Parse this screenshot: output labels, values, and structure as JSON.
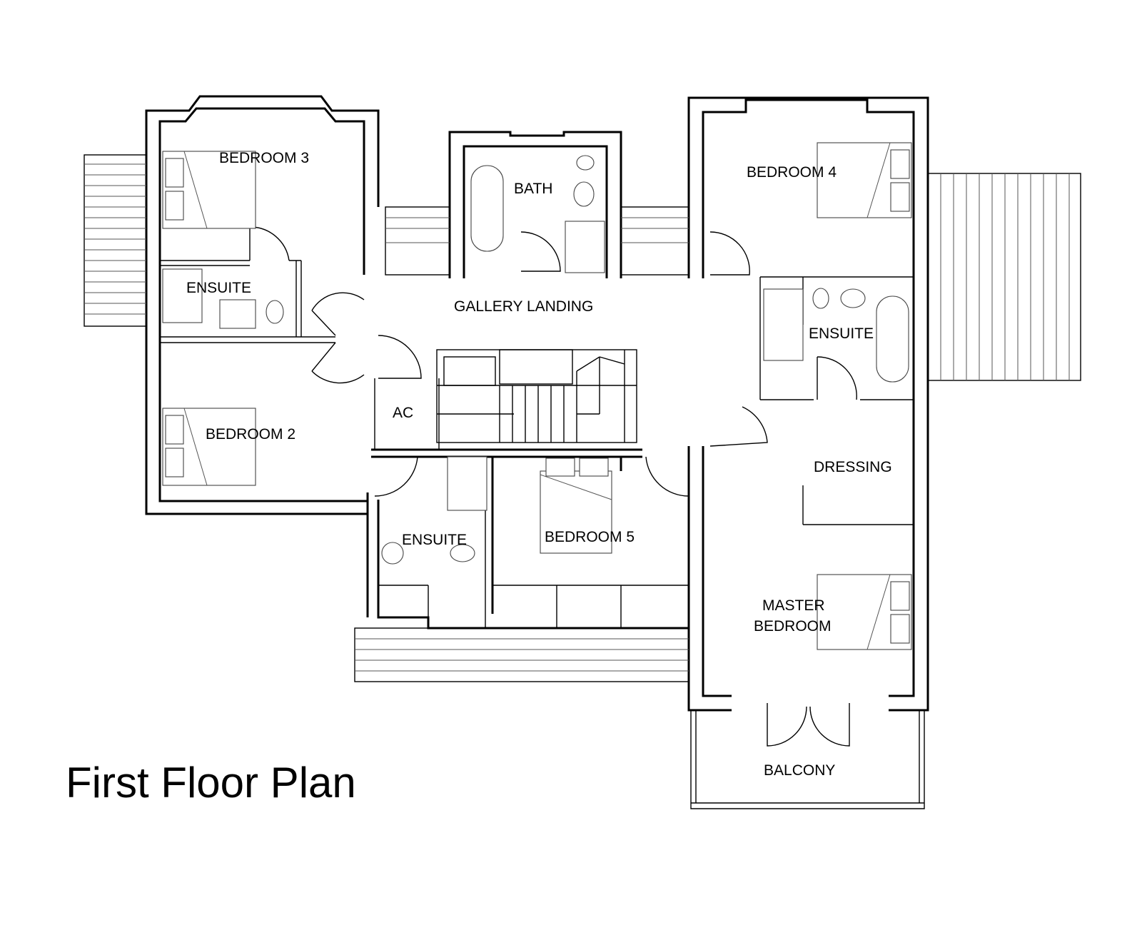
{
  "title": "First Floor Plan",
  "rooms": {
    "bedroom_3": "BEDROOM 3",
    "bath": "BATH",
    "bedroom_4": "BEDROOM 4",
    "ensuite_left": "ENSUITE",
    "gallery_landing": "GALLERY LANDING",
    "ensuite_right": "ENSUITE",
    "ac": "AC",
    "bedroom_2": "BEDROOM 2",
    "dressing": "DRESSING",
    "ensuite_bottom": "ENSUITE",
    "bedroom_5": "BEDROOM 5",
    "master_bedroom_line1": "MASTER",
    "master_bedroom_line2": "BEDROOM",
    "balcony": "BALCONY"
  }
}
